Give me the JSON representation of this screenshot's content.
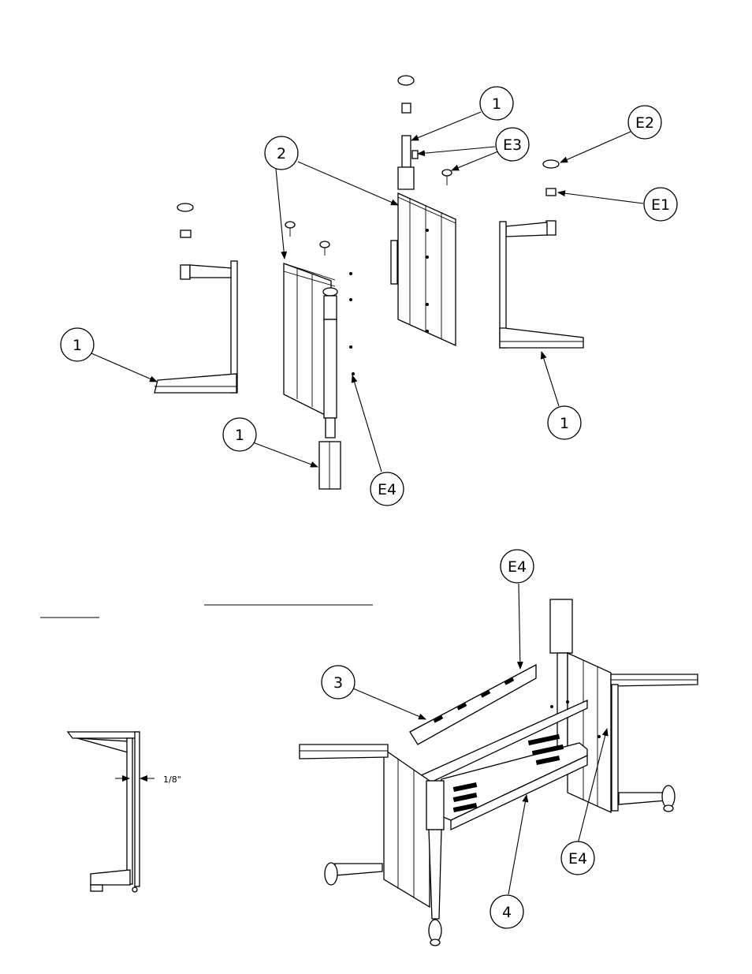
{
  "balloons": {
    "b1": "1",
    "b2": "2",
    "b3": "E3",
    "b4": "E2",
    "b5": "E1",
    "b6": "1",
    "b7": "1",
    "b8": "1",
    "b9": "E4",
    "b10": "E4",
    "b11": "3",
    "b12": "E4",
    "b13": "4"
  },
  "dimension": {
    "gap": "1/8\""
  }
}
